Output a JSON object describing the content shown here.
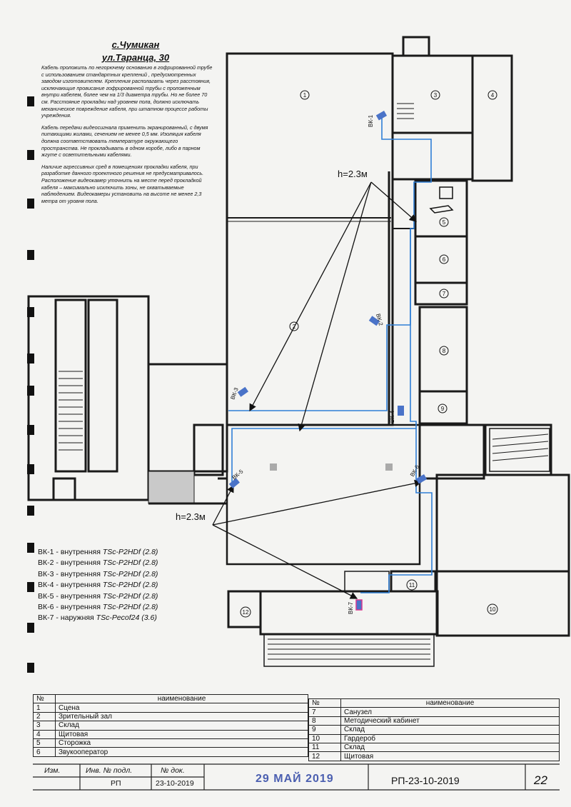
{
  "header": {
    "settlement": "с.Чумикан",
    "street": "ул.Таранца, 30"
  },
  "notes": [
    "Кабель проложить по негорючему основанию в гофрированной трубе с использованием стандартных креплений , предусмотренных заводом изготовителем. Крепления располагать через расстояния, исключающие провисание гофрированной трубы с проложенным внутри кабелем, более чем на 1/3 диаметра трубы. Но не более 70 см. Расстояние прокладки над уровнем пола, должно исключать механическое повреждение кабеля, при штатном процессе работы учреждения.",
    "Кабель передачи видеосигнала применить экранированный, с двумя питающими жилами, сечением не менее 0,5 мм. Изоляция кабеля должна соответствовать температуре окружающего пространства. Не прокладывать в одном коробе, либо в парном жгуте с осветительными кабелями.",
    "Наличие агрессивных сред в помещениях прокладки кабеля, при разработке данного проектного решения не предусматривалось. Расположение видеокамер уточнить на месте перед прокладкой кабеля – максимально исключить зоны, не охватываемые наблюдением. Видеокамеры установить на высоте не менее 2,3 метра от уровня пола."
  ],
  "height_label": "h=2.3м",
  "cameras": [
    {
      "id": "ВК-1",
      "desc": "внутренняя",
      "model": "TSc-P2HDf (2.8)"
    },
    {
      "id": "ВК-2",
      "desc": "внутренняя",
      "model": "TSc-P2HDf (2.8)"
    },
    {
      "id": "ВК-3",
      "desc": "внутренняя",
      "model": "TSc-P2HDf (2.8)"
    },
    {
      "id": "ВК-4",
      "desc": "внутренняя",
      "model": "TSc-P2HDf (2.8)"
    },
    {
      "id": "ВК-5",
      "desc": "внутренняя",
      "model": "TSc-P2HDf (2.8)"
    },
    {
      "id": "ВК-6",
      "desc": "внутренняя",
      "model": "TSc-P2HDf (2.8)"
    },
    {
      "id": "ВК-7",
      "desc": "наружняя",
      "model": "TSc-Pecof24 (3.6)"
    }
  ],
  "rooms_table": {
    "col_no": "№",
    "col_name": "наименование",
    "left": [
      {
        "no": "1",
        "name": "Сцена"
      },
      {
        "no": "2",
        "name": "Зрительный зал"
      },
      {
        "no": "3",
        "name": "Склад"
      },
      {
        "no": "4",
        "name": "Щитовая"
      },
      {
        "no": "5",
        "name": "Сторожка"
      },
      {
        "no": "6",
        "name": "Звукооператор"
      }
    ],
    "right": [
      {
        "no": "7",
        "name": "Санузел"
      },
      {
        "no": "8",
        "name": "Методический кабинет"
      },
      {
        "no": "9",
        "name": "Склад"
      },
      {
        "no": "10",
        "name": "Гардероб"
      },
      {
        "no": "11",
        "name": "Склад"
      },
      {
        "no": "12",
        "name": "Щитовая"
      }
    ]
  },
  "title_block": {
    "izm": "Изм.",
    "inv_label": "Инв. № подл.",
    "doc_label": "№ док.",
    "inv_value": "РП",
    "doc_value": "23-10-2019",
    "stamp": "29 МАЙ 2019",
    "code": "РП-23-10-2019",
    "page": "22"
  },
  "colors": {
    "wall": "#1a1a1a",
    "cable": "#2f7fd6",
    "camera": "#4a73c8",
    "camera_outdoor": "#d9398f"
  }
}
